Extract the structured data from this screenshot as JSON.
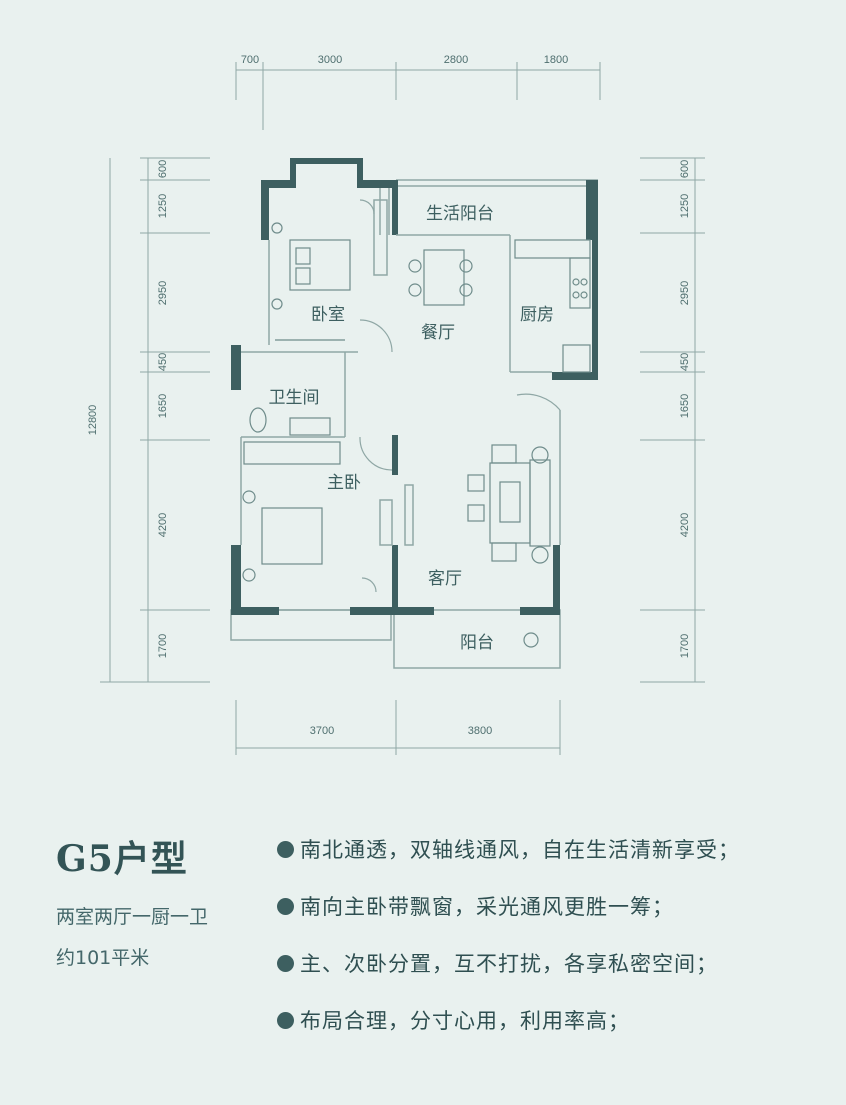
{
  "plan": {
    "dims_top": [
      "700",
      "3000",
      "2800",
      "1800"
    ],
    "dims_bottom": [
      "3700",
      "3800"
    ],
    "dims_left": [
      "600",
      "1250",
      "2950",
      "450",
      "1650",
      "4200",
      "1700"
    ],
    "dims_right": [
      "600",
      "1250",
      "2950",
      "450",
      "1650",
      "4200",
      "1700"
    ],
    "dim_total": "12800",
    "rooms": {
      "living_balcony": "生活阳台",
      "bedroom": "卧室",
      "dining": "餐厅",
      "kitchen": "厨房",
      "bathroom": "卫生间",
      "master": "主卧",
      "living": "客厅",
      "balcony": "阳台"
    }
  },
  "info": {
    "title": "G5户型",
    "layout": "两室两厅一厨一卫",
    "area": "约101平米"
  },
  "features": [
    "南北通透，双轴线通风，自在生活清新享受；",
    "南向主卧带飘窗，采光通风更胜一筹；",
    "主、次卧分置，互不打扰，各享私密空间；",
    "布局合理，分寸心用，利用率高；"
  ],
  "colors": {
    "wall": "#3d5f60",
    "line": "#8fa7a5",
    "background": "#e9f1ef"
  }
}
